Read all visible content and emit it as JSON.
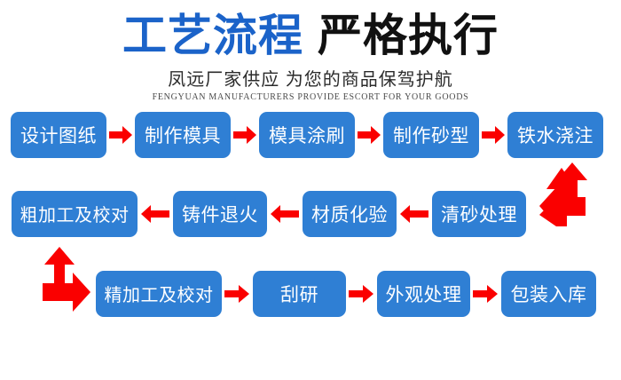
{
  "header": {
    "title_part_blue": "工艺流程",
    "title_part_black": "严格执行",
    "subtitle_cn": "凤远厂家供应 为您的商品保驾护航",
    "subtitle_en": "FENGYUAN MANUFACTURERS PROVIDE ESCORT FOR YOUR GOODS",
    "title_blue_color": "#1b63c9",
    "title_black_color": "#111111"
  },
  "colors": {
    "node_fill": "#2f7fd4",
    "node_text": "#ffffff",
    "arrow": "#fa0000",
    "background": "#ffffff"
  },
  "flow": {
    "row1": [
      {
        "label": "设计图纸"
      },
      {
        "label": "制作模具"
      },
      {
        "label": "模具涂刷"
      },
      {
        "label": "制作砂型"
      },
      {
        "label": "铁水浇注"
      }
    ],
    "row2": [
      {
        "label": "粗加工及校对"
      },
      {
        "label": "铸件退火"
      },
      {
        "label": "材质化验"
      },
      {
        "label": "清砂处理"
      }
    ],
    "row3": [
      {
        "label": "精加工及校对"
      },
      {
        "label": "刮研"
      },
      {
        "label": "外观处理"
      },
      {
        "label": "包装入库"
      }
    ],
    "arrows": {
      "row1_direction": "right",
      "row2_direction": "left",
      "row3_direction": "right",
      "corner_right_label": "corner-arrow-up-left",
      "corner_left_label": "corner-arrow-up-right"
    }
  }
}
